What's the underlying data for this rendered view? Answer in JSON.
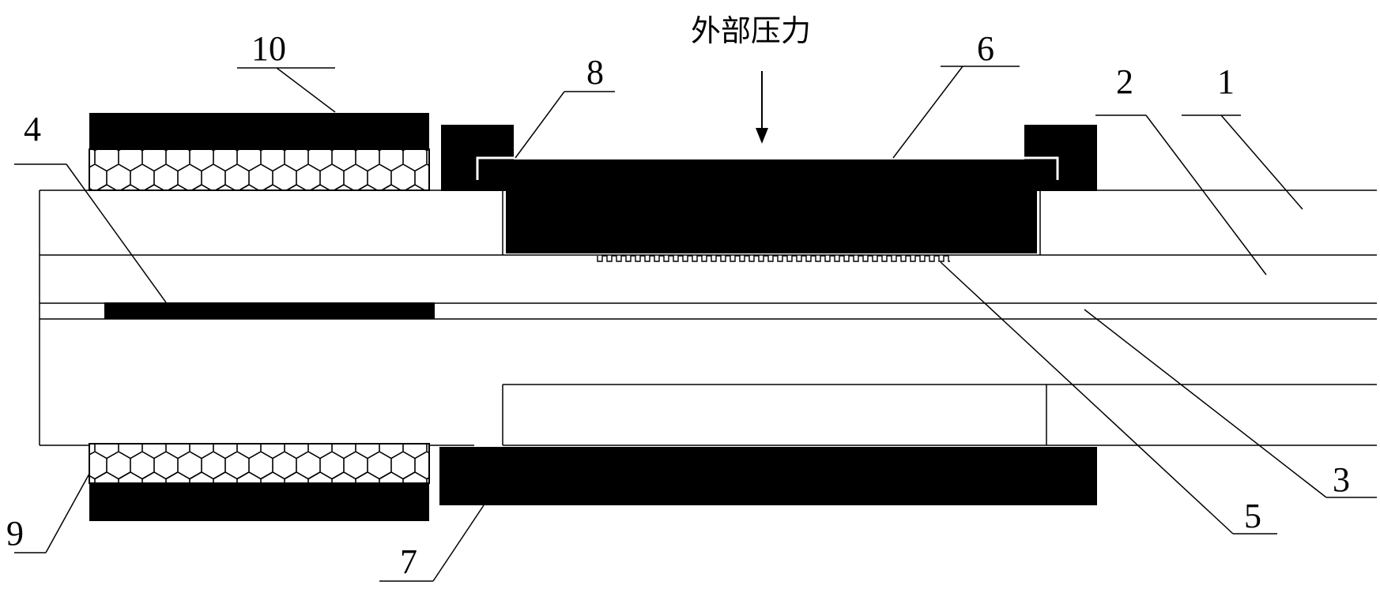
{
  "title": "外部压力",
  "labels": {
    "n1": "1",
    "n2": "2",
    "n3": "3",
    "n4": "4",
    "n5": "5",
    "n6": "6",
    "n7": "7",
    "n8": "8",
    "n9": "9",
    "n10": "10"
  },
  "colors": {
    "ink": "#000000",
    "paper": "#ffffff"
  }
}
